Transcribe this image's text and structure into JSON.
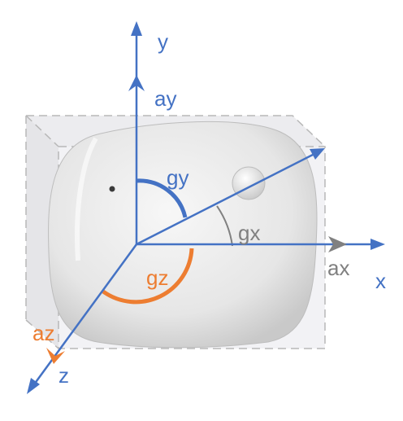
{
  "labels": {
    "y": "y",
    "ay": "ay",
    "gy": "gy",
    "gx": "gx",
    "x": "x",
    "ax": "ax",
    "gz": "gz",
    "az": "az",
    "z": "z"
  },
  "colors": {
    "blue": "#4472C4",
    "orange": "#ED7D31",
    "gray": "#808080",
    "device_body": "#e9e9e9",
    "box_fill": "#e3e3e6",
    "box_edge": "#b5b5b5"
  }
}
